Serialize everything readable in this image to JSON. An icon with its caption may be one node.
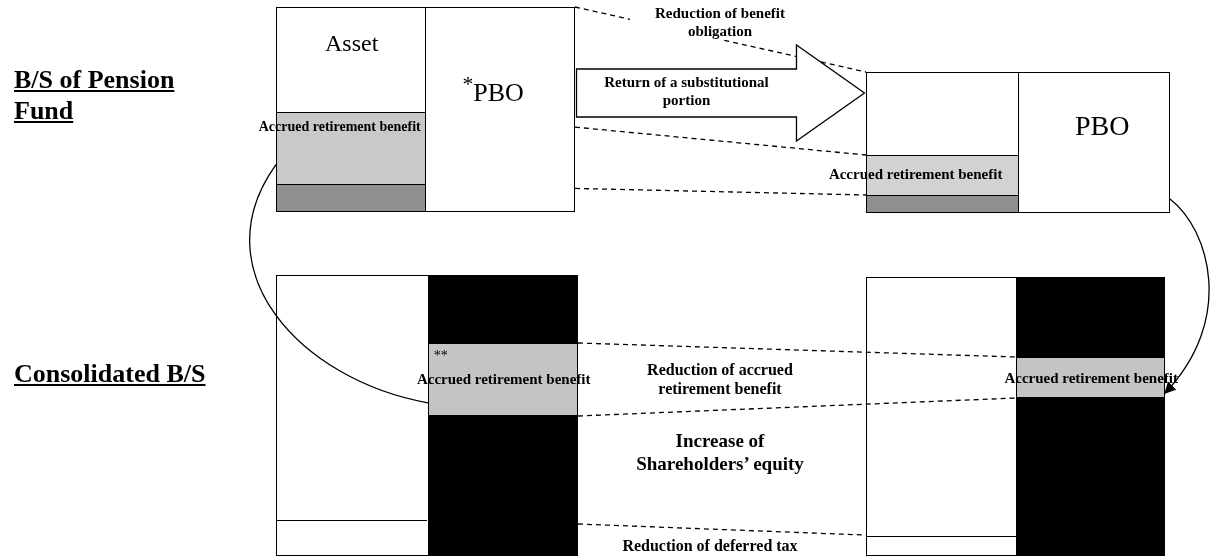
{
  "diagram": {
    "nodes": [
      {
        "text": [],
        "shape": "box"
      },
      {
        "text": [
          "Asset"
        ],
        "in": 0
      },
      {
        "text": [
          "$^{*}$PBO"
        ],
        "in": 0
      },
      {
        "text": [
          "Accrued retirement benefit"
        ],
        "in": 0
      },
      {
        "text": [],
        "shape": "bar",
        "in": 0
      },
      {
        "text": [],
        "shape": "box"
      },
      {
        "text": [
          "PBO"
        ],
        "in": 5
      },
      {
        "text": [
          "Accrued retirement benefit"
        ],
        "in": 5
      },
      {
        "text": [],
        "shape": "bar",
        "in": 5
      },
      {
        "text": [],
        "shape": "box"
      },
      {
        "text": [],
        "shape": "bar",
        "in": 9
      },
      {
        "text": [
          "**",
          "Accrued retirement benefit"
        ],
        "in": 9
      },
      {
        "text": [],
        "shape": "bar",
        "in": 9
      },
      {
        "text": [],
        "shape": "box"
      },
      {
        "text": [],
        "shape": "bar",
        "in": 13
      },
      {
        "text": [
          "Accrued retirement benefit"
        ],
        "in": 13
      },
      {
        "text": [],
        "shape": "bar",
        "in": 13
      }
    ],
    "edges": [
      {
        "from": 2,
        "to": 5,
        "arrow": "none",
        "style": "dashed"
      },
      {
        "from": 2,
        "to": 7,
        "arrow": "none",
        "style": "dashed"
      },
      {
        "from": 2,
        "to": 8,
        "arrow": "none",
        "style": "dashed"
      },
      {
        "from": 2,
        "to": 5,
        "arrow": "to",
        "style": "thick",
        "label": "Return of a substitutional portion"
      },
      {
        "from": 3,
        "to": 11,
        "arrow": "none"
      },
      {
        "from": 5,
        "to": 15,
        "arrow": "to"
      },
      {
        "from": 11,
        "to": 15,
        "arrow": "none",
        "style": "dashed"
      },
      {
        "from": 11,
        "to": 15,
        "arrow": "none",
        "style": "dashed"
      },
      {
        "from": 12,
        "to": 13,
        "arrow": "none",
        "style": "dashed"
      }
    ],
    "labels": [
      "B/S of Pension Fund",
      "Reduction of benefit obligation",
      "Consolidated B/S",
      "Reduction of accrued retirement benefit",
      "Increase of Shareholders’ equity",
      "Reduction of deferred tax"
    ]
  }
}
